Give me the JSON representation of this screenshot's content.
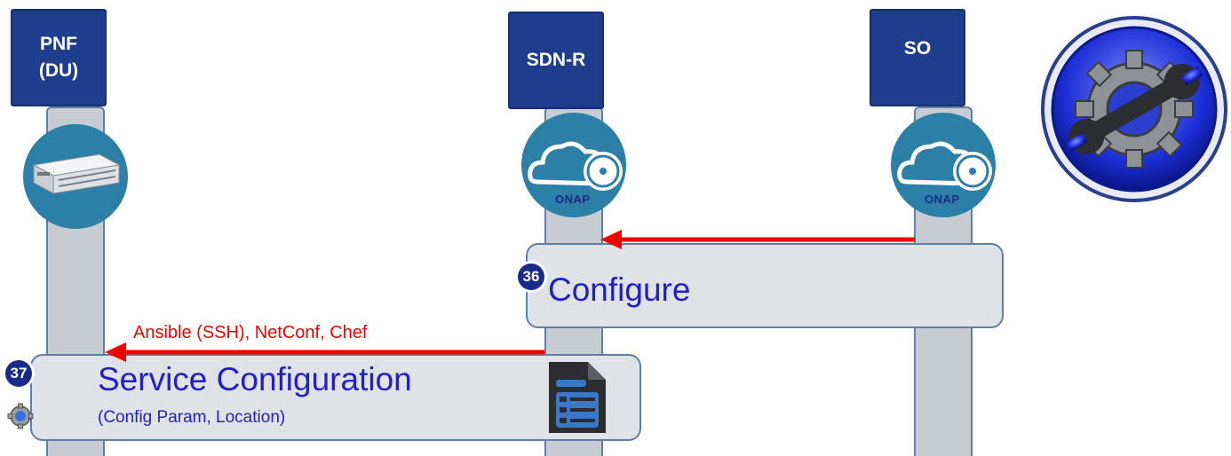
{
  "lanes": {
    "pnf": {
      "title": "PNF\n(DU)",
      "title_line1": "PNF",
      "title_line2": "(DU)"
    },
    "sdnr": {
      "title": "SDN-R"
    },
    "so": {
      "title": "SO"
    }
  },
  "onap_label": "ONAP",
  "steps": [
    {
      "number": "36",
      "title": "Configure"
    },
    {
      "number": "37",
      "title": "Service Configuration",
      "subtitle": "(Config Param, Location)"
    }
  ],
  "arrows": [
    {
      "from": "SO",
      "to": "SDN-R",
      "label": ""
    },
    {
      "from": "SDN-R",
      "to": "PNF (DU)",
      "label": "Ansible (SSH), NetConf, Chef"
    }
  ],
  "icons": [
    "server-icon",
    "onap-cloud-disc-icon",
    "gear-wrench-icon",
    "document-list-icon",
    "small-gear-icon"
  ],
  "colors": {
    "header": "#1f3d8d",
    "arrow": "#ee0000",
    "step_text": "#2020c8",
    "badge": "#1a2a8a"
  }
}
